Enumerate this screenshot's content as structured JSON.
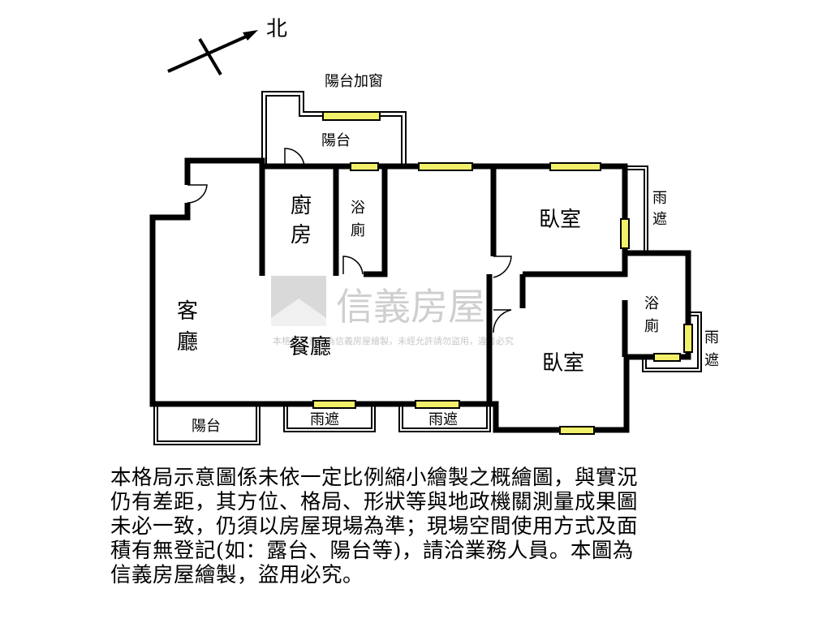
{
  "compass": {
    "north_label": "北"
  },
  "rooms": {
    "balcony_window": "陽台加窗",
    "balcony_top": "陽台",
    "kitchen_1": "廚",
    "kitchen_2": "房",
    "bath_left_1": "浴",
    "bath_left_2": "廁",
    "bedroom_top": "臥室",
    "rain_shelter_right_1": "雨",
    "rain_shelter_right_2": "遮",
    "living_1": "客",
    "living_2": "廳",
    "dining": "餐廳",
    "bath_right_1": "浴",
    "bath_right_2": "廁",
    "rain_shelter_far_1": "雨",
    "rain_shelter_far_2": "遮",
    "bedroom_bottom": "臥室",
    "balcony_bottom": "陽台",
    "rain_shelter_bottom_a": "雨遮",
    "rain_shelter_bottom_b": "雨遮"
  },
  "watermark": {
    "brand": "信義房屋",
    "notice": "本格局示意圖為信義房屋繪製，未經允許請勿盜用，違者必究",
    "color": "#cfcfcf"
  },
  "disclaimer": "本格局示意圖係未依一定比例縮小繪製之概繪圖，與實況\n仍有差距，其方位、格局、形狀等與地政機關測量成果圖\n未必一致，仍須以房屋現場為準；現場空間使用方式及面\n積有無登記(如：露台、陽台等)，請洽業務人員。本圖為\n信義房屋繪製，盜用必究。",
  "colors": {
    "wall": "#000000",
    "window": "#f2ef6a",
    "thin_wall": "#888888"
  }
}
